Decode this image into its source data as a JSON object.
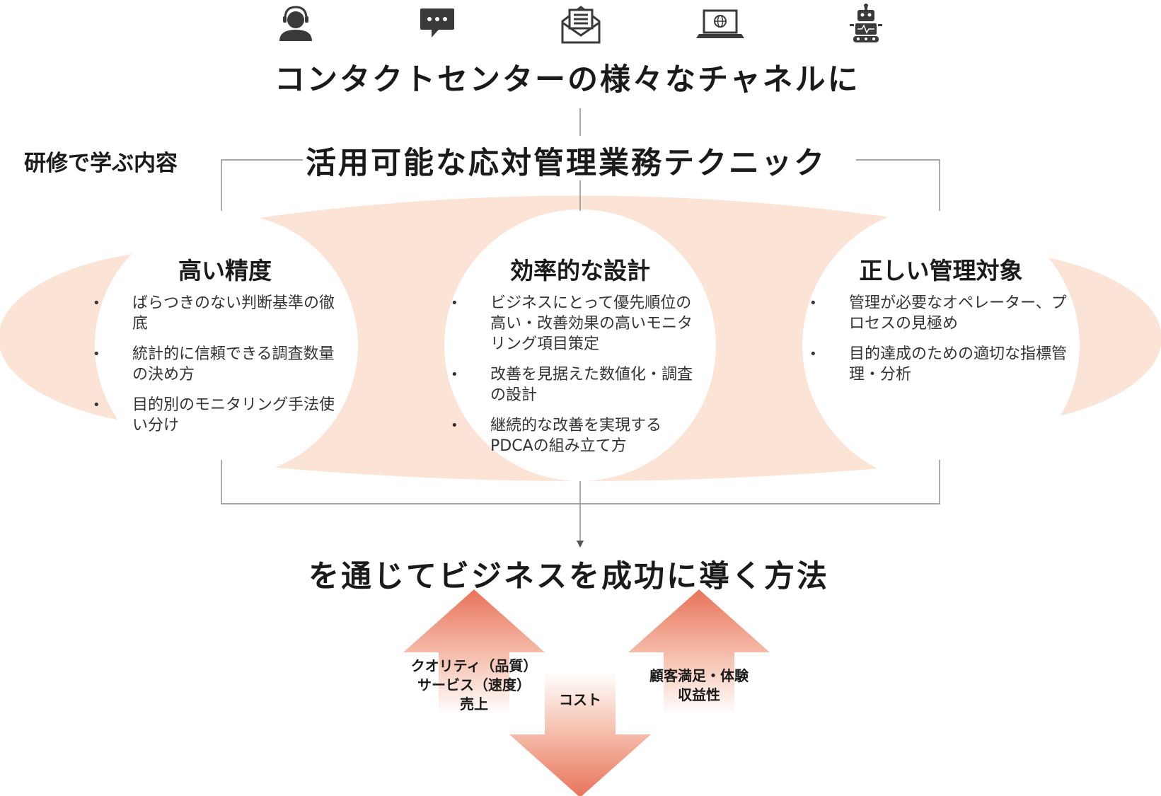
{
  "heading_top": "コンタクトセンターの様々なチャネルに",
  "side_label": "研修で学ぶ内容",
  "heading_mid": "活用可能な応対管理業務テクニック",
  "heading_bottom": "を通じてビジネスを成功に導く方法",
  "channel_icons": [
    "headset-operator-icon",
    "chat-bubble-icon",
    "email-icon",
    "laptop-web-icon",
    "robot-icon"
  ],
  "sections": [
    {
      "title": "高い精度",
      "bullets": [
        "ばらつきのない判断基準の徹底",
        "統計的に信頼できる調査数量の決め方",
        "目的別のモニタリング手法使い分け"
      ]
    },
    {
      "title": "効率的な設計",
      "bullets": [
        "ビジネスにとって優先順位の高い・改善効果の高いモニタリング項目策定",
        "改善を見据えた数値化・調査の設計",
        "継続的な改善を実現するPDCAの組み立て方"
      ]
    },
    {
      "title": "正しい管理対象",
      "bullets": [
        "管理が必要なオペレーター、プロセスの見極め",
        "目的達成のための適切な指標管理・分析"
      ]
    }
  ],
  "arrows": {
    "up_left": [
      "クオリティ（品質）",
      "サービス（速度）",
      "売上"
    ],
    "down_center": [
      "コスト"
    ],
    "up_right": [
      "顧客満足・体験",
      "収益性"
    ]
  },
  "colors": {
    "blob": "#fbe3d6",
    "arrow_dark": "#e8735a",
    "arrow_light": "#fbe1d6",
    "line": "#888888",
    "icon": "#3a3a3a"
  }
}
